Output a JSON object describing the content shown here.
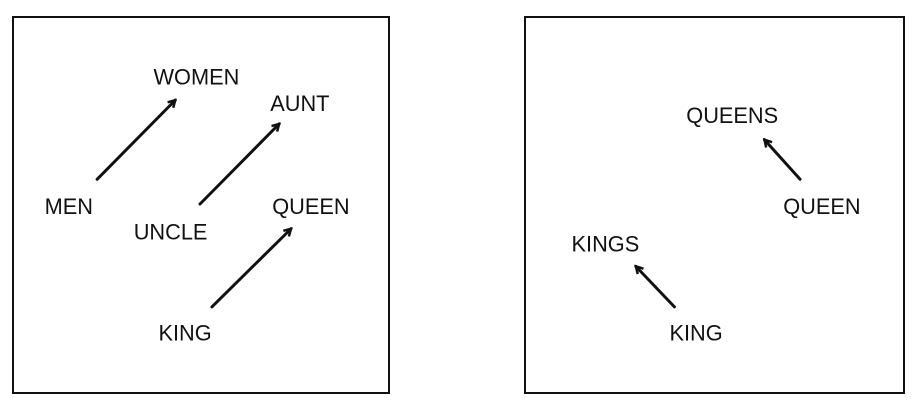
{
  "left_panel": {
    "words": {
      "men": "MEN",
      "women": "WOMEN",
      "uncle": "UNCLE",
      "aunt": "AUNT",
      "king": "KING",
      "queen": "QUEEN"
    },
    "arrows": [
      {
        "from": "MEN",
        "to": "WOMEN"
      },
      {
        "from": "UNCLE",
        "to": "AUNT"
      },
      {
        "from": "KING",
        "to": "QUEEN"
      }
    ]
  },
  "right_panel": {
    "words": {
      "queens": "QUEENS",
      "queen": "QUEEN",
      "kings": "KINGS",
      "king": "KING"
    },
    "arrows": [
      {
        "from": "QUEEN",
        "to": "QUEENS"
      },
      {
        "from": "KING",
        "to": "KINGS"
      }
    ]
  },
  "colors": {
    "ink": "#111111",
    "background": "#ffffff"
  }
}
